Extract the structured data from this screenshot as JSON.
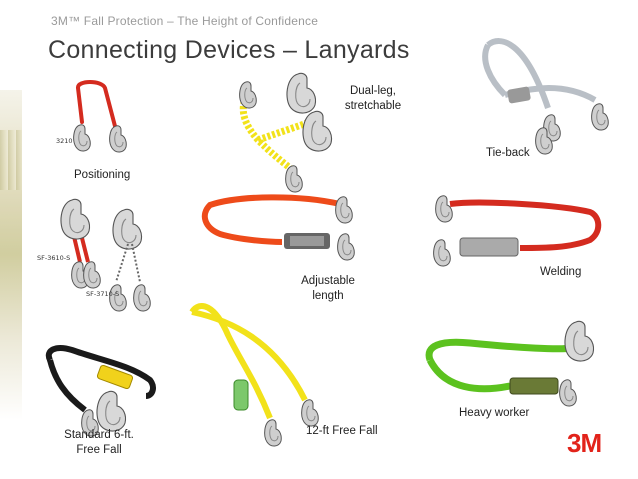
{
  "header": {
    "subtitle": "3M™ Fall Protection – The Height of Confidence",
    "title": "Connecting Devices – Lanyards"
  },
  "products": [
    {
      "label": "Positioning",
      "part_numbers": [
        "3210"
      ]
    },
    {
      "label": "Dual-leg,\nstretchable"
    },
    {
      "label": "Tie-back"
    },
    {
      "label": "Adjustable\nlength"
    },
    {
      "label": "Welding"
    },
    {
      "label": "Heavy worker"
    },
    {
      "label": "Standard 6-ft.\nFree Fall"
    },
    {
      "label": "12-ft Free Fall"
    }
  ],
  "part_tags": [
    "3210",
    "SF-3610-S",
    "SF-3710-S"
  ],
  "brand": {
    "logo_text": "3M",
    "color": "#e2231a"
  },
  "colors": {
    "red_webbing": "#d42b1f",
    "orange_webbing": "#ee4b1a",
    "yellow_webbing": "#f2e21a",
    "green_webbing": "#5cc21f",
    "gray_webbing": "#b9bfc6",
    "black_webbing": "#1a1a1a"
  }
}
